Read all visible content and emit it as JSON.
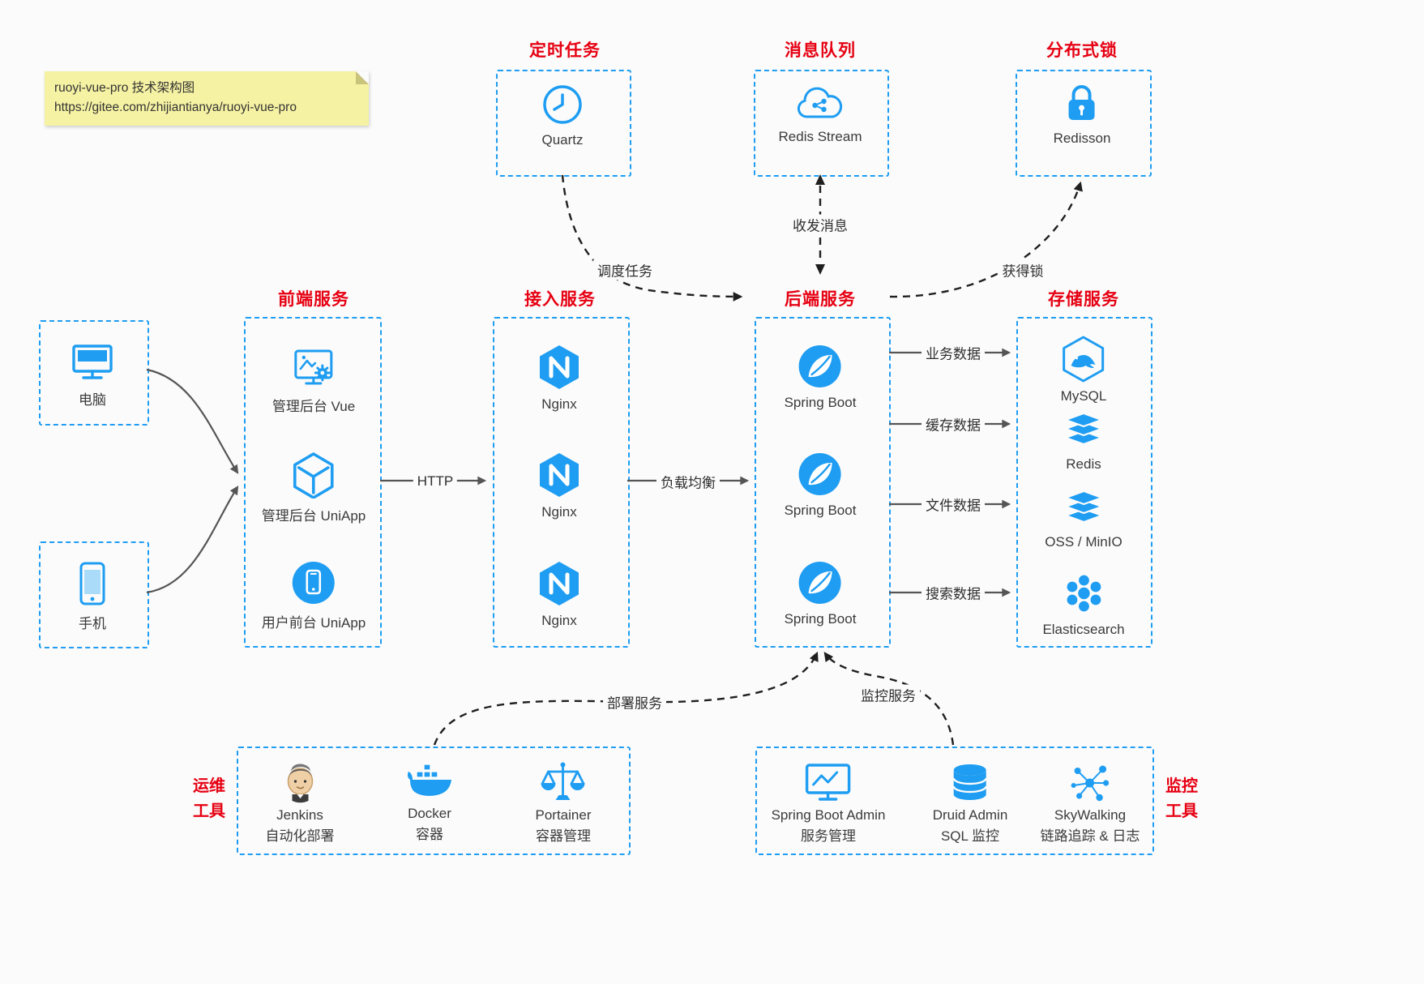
{
  "colors": {
    "accent_blue": "#1e9df2",
    "title_red": "#e60012",
    "note_yellow": "#f6f2a3",
    "arrow_gray": "#555555",
    "arrow_black": "#1f1f1f"
  },
  "note": {
    "line1": "ruoyi-vue-pro 技术架构图",
    "line2": "https://gitee.com/zhijiantianya/ruoyi-vue-pro"
  },
  "top_boxes": [
    {
      "title": "定时任务",
      "label": "Quartz",
      "icon": "clock-icon"
    },
    {
      "title": "消息队列",
      "label": "Redis Stream",
      "icon": "cloud-network-icon"
    },
    {
      "title": "分布式锁",
      "label": "Redisson",
      "icon": "lock-icon"
    }
  ],
  "clients": [
    {
      "label": "电脑",
      "icon": "desktop-icon"
    },
    {
      "label": "手机",
      "icon": "phone-icon"
    }
  ],
  "frontend": {
    "title": "前端服务",
    "items": [
      {
        "label": "管理后台 Vue",
        "icon": "admin-vue-icon"
      },
      {
        "label": "管理后台 UniApp",
        "icon": "uniapp-icon"
      },
      {
        "label": "用户前台 UniApp",
        "icon": "mobile-app-icon"
      }
    ]
  },
  "gateway": {
    "title": "接入服务",
    "items": [
      {
        "label": "Nginx",
        "icon": "nginx-icon"
      },
      {
        "label": "Nginx",
        "icon": "nginx-icon"
      },
      {
        "label": "Nginx",
        "icon": "nginx-icon"
      }
    ]
  },
  "backend": {
    "title": "后端服务",
    "items": [
      {
        "label": "Spring Boot",
        "icon": "spring-icon"
      },
      {
        "label": "Spring Boot",
        "icon": "spring-icon"
      },
      {
        "label": "Spring Boot",
        "icon": "spring-icon"
      }
    ]
  },
  "storage": {
    "title": "存储服务",
    "items": [
      {
        "label": "MySQL",
        "icon": "mysql-icon"
      },
      {
        "label": "Redis",
        "icon": "redis-icon"
      },
      {
        "label": "OSS / MinIO",
        "icon": "oss-minio-icon"
      },
      {
        "label": "Elasticsearch",
        "icon": "elasticsearch-icon"
      }
    ]
  },
  "edges": {
    "http": "HTTP",
    "load_balance": "负载均衡",
    "schedule": "调度任务",
    "messaging": "收发消息",
    "lock": "获得锁",
    "business": "业务数据",
    "cache": "缓存数据",
    "file": "文件数据",
    "search": "搜索数据",
    "deploy": "部署服务",
    "monitor": "监控服务"
  },
  "ops": {
    "title_line1": "运维",
    "title_line2": "工具",
    "items": [
      {
        "name": "Jenkins",
        "desc": "自动化部署",
        "icon": "jenkins-icon"
      },
      {
        "name": "Docker",
        "desc": "容器",
        "icon": "docker-icon"
      },
      {
        "name": "Portainer",
        "desc": "容器管理",
        "icon": "portainer-icon"
      }
    ]
  },
  "monitoring": {
    "title_line1": "监控",
    "title_line2": "工具",
    "items": [
      {
        "name": "Spring Boot Admin",
        "desc": "服务管理",
        "icon": "spring-boot-admin-icon"
      },
      {
        "name": "Druid Admin",
        "desc": "SQL 监控",
        "icon": "druid-icon"
      },
      {
        "name": "SkyWalking",
        "desc": "链路追踪 & 日志",
        "icon": "skywalking-icon"
      }
    ]
  }
}
